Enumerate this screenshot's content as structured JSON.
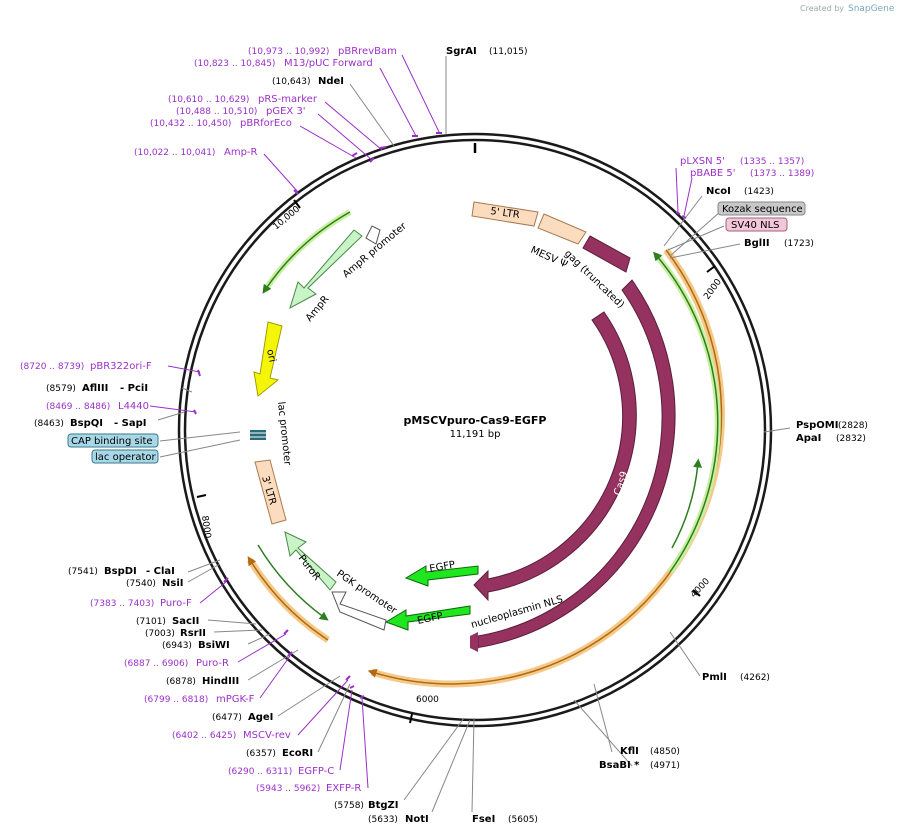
{
  "brand": {
    "created_by": "Created by",
    "name": "SnapGene"
  },
  "plasmid": {
    "name": "pMSCVpuro-Cas9-EGFP",
    "length": "11,191 bp"
  },
  "ticks": [
    "2000",
    "4000",
    "6000",
    "8000",
    "10,000"
  ],
  "sites_right": [
    {
      "name": "PspOMI",
      "coord": "(2828)"
    },
    {
      "name": "ApaI",
      "coord": "(2832)"
    },
    {
      "name": "PmlI",
      "coord": "(4262)"
    },
    {
      "name": "KflI",
      "coord": "(4850)"
    },
    {
      "name": "BsaBI *",
      "coord": "(4971)"
    },
    {
      "name": "NcoI",
      "coord": "(1423)"
    },
    {
      "name": "BglII",
      "coord": "(1723)"
    },
    {
      "name": "SgrAI",
      "coord": "(11,015)"
    }
  ],
  "sites_bottom": [
    {
      "name": "FseI",
      "coord": "(5605)"
    },
    {
      "name": "NotI",
      "coord": "(5633)"
    },
    {
      "name": "BtgZI",
      "coord": "(5758)"
    }
  ],
  "sites_left": [
    {
      "name": "NdeI",
      "coord": "(10,643)"
    },
    {
      "name": "AflIII",
      "extra": "- PciI",
      "coord": "(8579)"
    },
    {
      "name": "BspQI",
      "extra": "- SapI",
      "coord": "(8463)"
    },
    {
      "name": "BspDI",
      "extra": "- ClaI",
      "coord": "(7541)"
    },
    {
      "name": "NsiI",
      "coord": "(7540)"
    },
    {
      "name": "SacII",
      "coord": "(7101)"
    },
    {
      "name": "RsrII",
      "coord": "(7003)"
    },
    {
      "name": "BsiWI",
      "coord": "(6943)"
    },
    {
      "name": "HindIII",
      "coord": "(6878)"
    },
    {
      "name": "AgeI",
      "coord": "(6477)"
    },
    {
      "name": "EcoRI",
      "coord": "(6357)"
    }
  ],
  "primers": [
    {
      "name": "pBRrevBam",
      "coord": "(10,973 .. 10,992)"
    },
    {
      "name": "M13/pUC Forward",
      "coord": "(10,823 .. 10,845)"
    },
    {
      "name": "pRS-marker",
      "coord": "(10,610 .. 10,629)"
    },
    {
      "name": "pGEX 3'",
      "coord": "(10,488 .. 10,510)"
    },
    {
      "name": "pBRforEco",
      "coord": "(10,432 .. 10,450)"
    },
    {
      "name": "Amp-R",
      "coord": "(10,022 .. 10,041)"
    },
    {
      "name": "pBR322ori-F",
      "coord": "(8720 .. 8739)"
    },
    {
      "name": "L4440",
      "coord": "(8469 .. 8486)"
    },
    {
      "name": "Puro-F",
      "coord": "(7383 .. 7403)"
    },
    {
      "name": "Puro-R",
      "coord": "(6887 .. 6906)"
    },
    {
      "name": "mPGK-F",
      "coord": "(6799 .. 6818)"
    },
    {
      "name": "MSCV-rev",
      "coord": "(6402 .. 6425)"
    },
    {
      "name": "EGFP-C",
      "coord": "(6290 .. 6311)"
    },
    {
      "name": "EXFP-R",
      "coord": "(5943 .. 5962)"
    },
    {
      "name": "pLXSN 5'",
      "coord": "(1335 .. 1357)"
    },
    {
      "name": "pBABE 5'",
      "coord": "(1373 .. 1389)"
    }
  ],
  "boxed": [
    {
      "name": "Kozak sequence",
      "color": "#c8c8c8"
    },
    {
      "name": "SV40 NLS",
      "color": "#f2c8d8"
    },
    {
      "name": "CAP binding site",
      "color": "#a8d8e8"
    },
    {
      "name": "lac operator",
      "color": "#a8d8e8"
    }
  ],
  "features": {
    "ltr5": "5' LTR",
    "gag": "gag (truncated)",
    "mesv": "MESV Ψ",
    "cas9_inner": "Cas9",
    "cas9_outer": "Cas9",
    "egfp_inner": "EGFP",
    "egfp_outer": "EGFP",
    "nls": "nucleoplasmin NLS",
    "pgk": "PGK promoter",
    "puror": "PuroR",
    "ltr3": "3' LTR",
    "lac": "lac promoter",
    "ori": "ori",
    "ampr": "AmpR",
    "ampr_prom": "AmpR promoter"
  },
  "colors": {
    "cas9": "#95325f",
    "egfp": "#1fe61f",
    "ltr": "#fcdcbe",
    "puror": "#c8f4c8",
    "ori": "#f5f50a",
    "orange": "#f0a020",
    "primer": "#9b30c8"
  }
}
